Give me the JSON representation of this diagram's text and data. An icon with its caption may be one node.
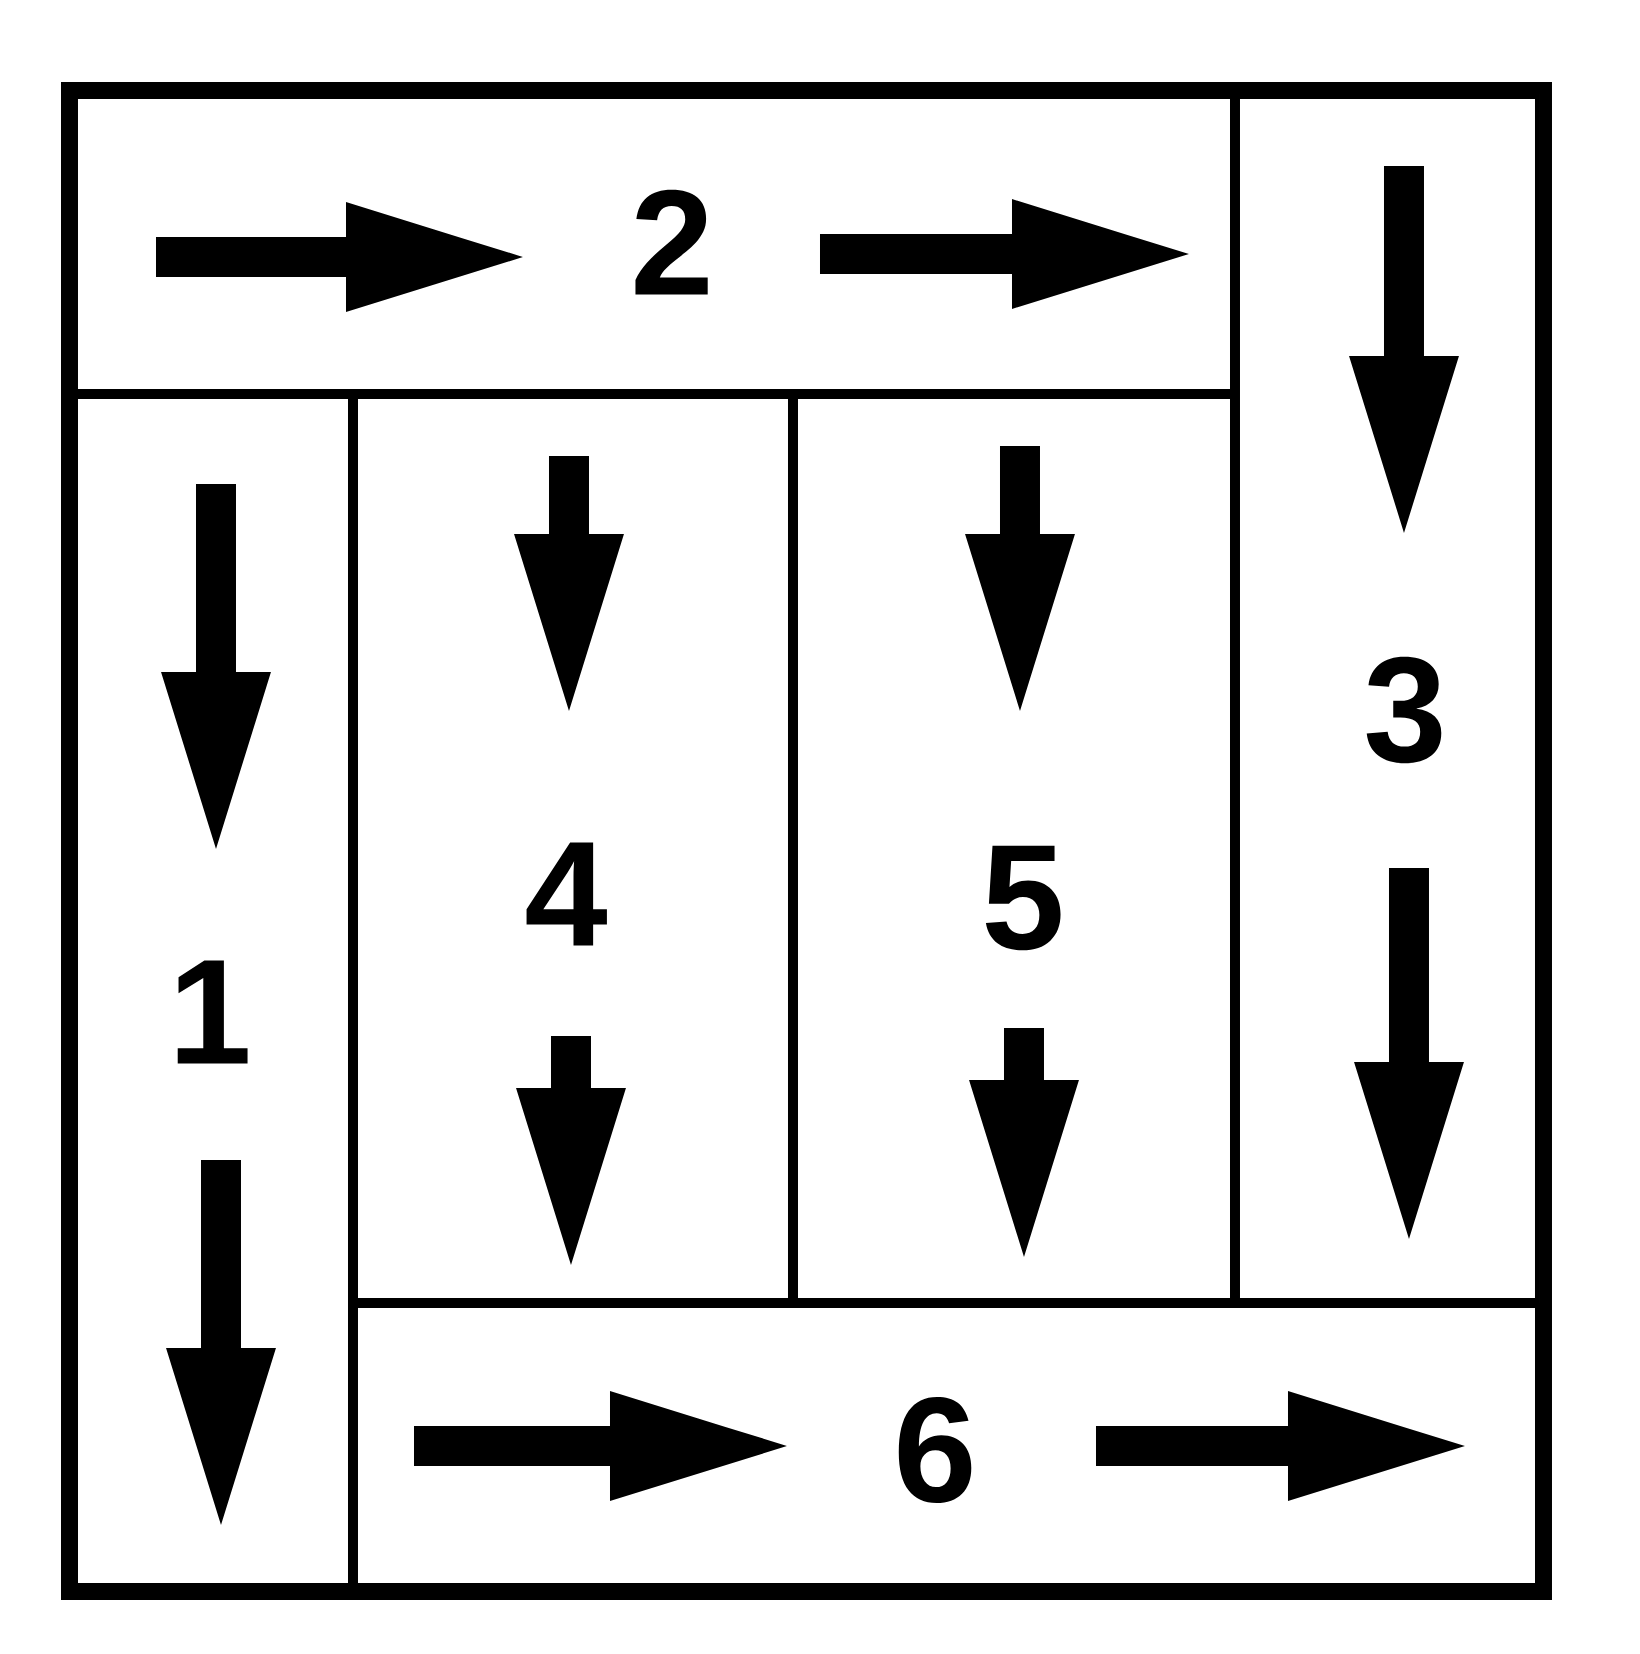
{
  "diagram": {
    "nodes": [
      {
        "text": [
          "2"
        ]
      },
      {
        "text": [
          "3"
        ]
      },
      {
        "text": [
          "1"
        ]
      },
      {
        "text": [
          "4"
        ]
      },
      {
        "text": [
          "5"
        ]
      },
      {
        "text": [
          "6"
        ]
      }
    ]
  }
}
